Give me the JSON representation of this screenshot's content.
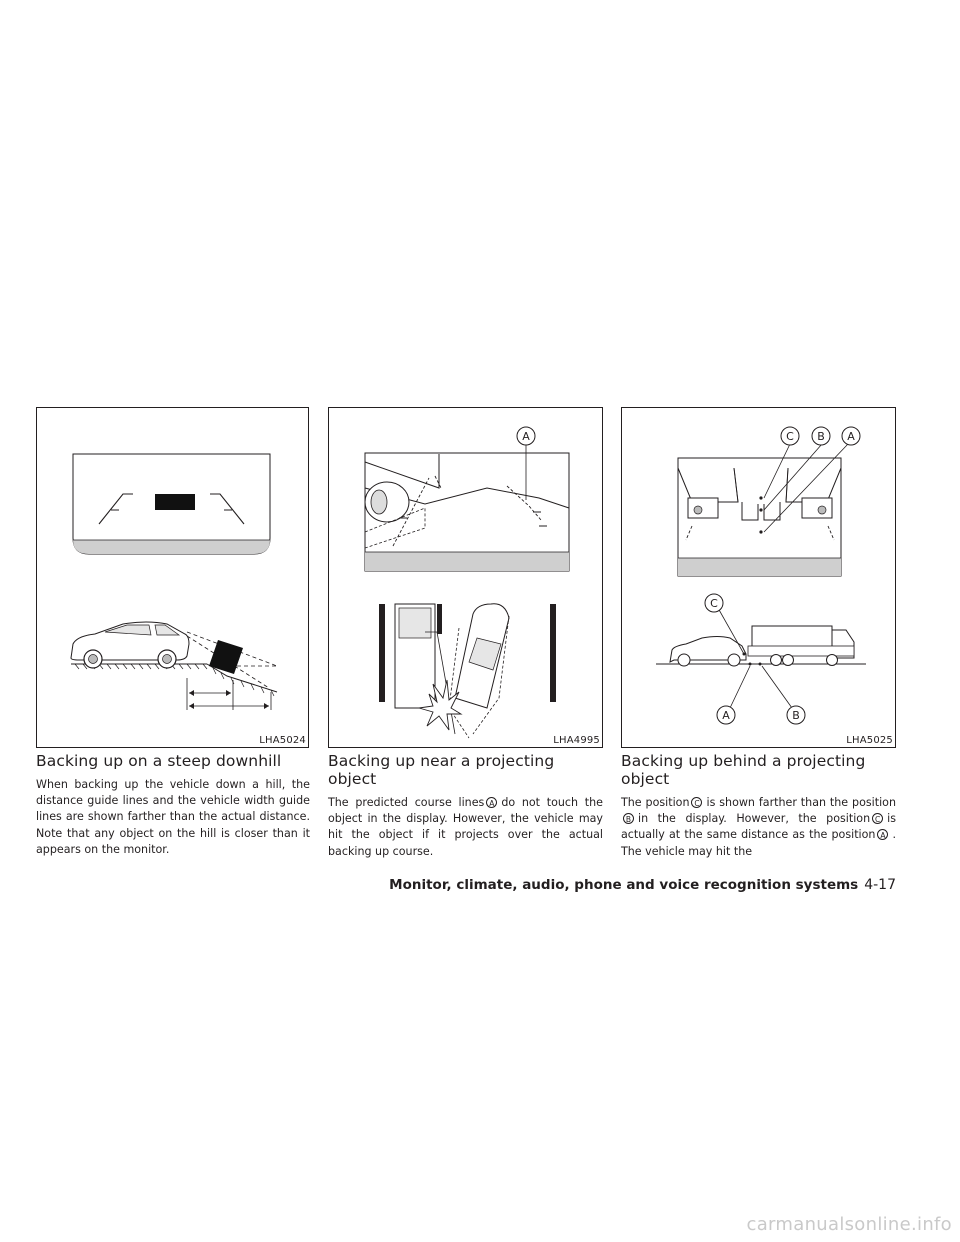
{
  "figures": [
    {
      "code": "LHA5024"
    },
    {
      "code": "LHA4995",
      "callouts": [
        "A"
      ]
    },
    {
      "code": "LHA5025",
      "callouts": [
        "C",
        "B",
        "A",
        "C",
        "A",
        "B"
      ]
    }
  ],
  "sections": [
    {
      "heading": "Backing up on a steep downhill",
      "body": "When backing up the vehicle down a hill, the distance guide lines and the vehicle width guide lines are shown farther than the actual distance. Note that any object on the hill is closer than it appears on the monitor."
    },
    {
      "heading": "Backing up near a projecting object",
      "body_parts": [
        "The predicted course lines",
        "A",
        "do not touch the object in the display. However, the vehicle may hit the object if it projects over the actual backing up course."
      ]
    },
    {
      "heading": "Backing up behind a projecting object",
      "body_parts": [
        "The position",
        "C",
        "is shown farther than the position",
        "B",
        "in the display. However, the position",
        "C",
        "is actually at the same distance as the position",
        "A",
        ". The vehicle may hit the"
      ]
    }
  ],
  "footer": {
    "section": "Monitor, climate, audio, phone and voice recognition systems",
    "page": "4-17"
  },
  "watermark": "carmanualsonline.info"
}
